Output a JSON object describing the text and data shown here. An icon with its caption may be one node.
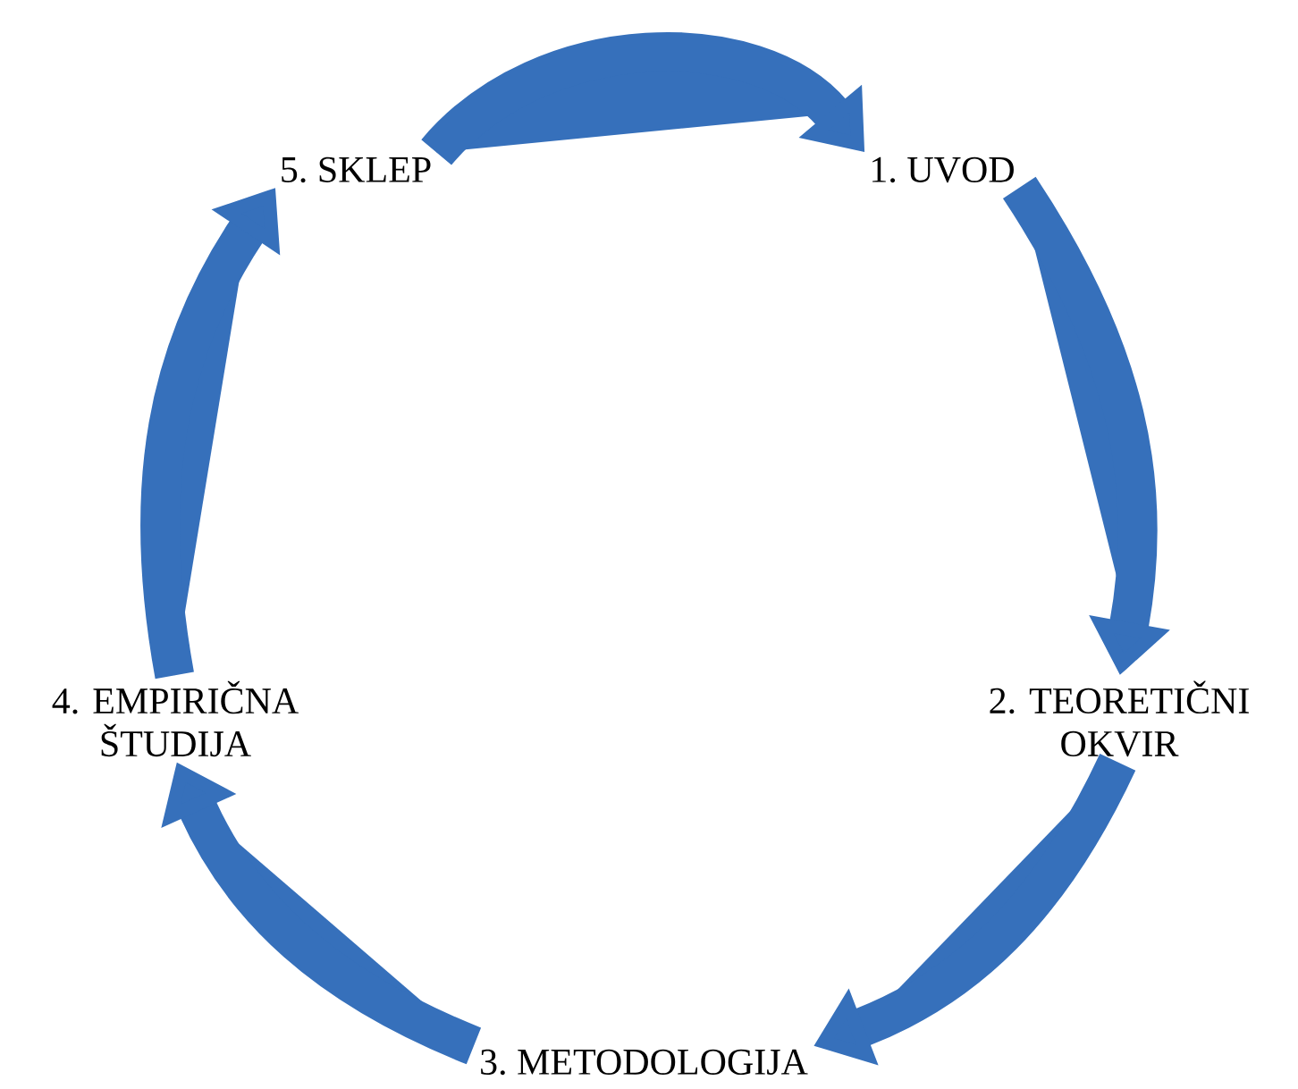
{
  "diagram": {
    "nodes": [
      {
        "text": [
          "1. UVOD"
        ]
      },
      {
        "text": [
          "2. TEORETIČNI OKVIR"
        ]
      },
      {
        "text": [
          "3. METODOLOGIJA"
        ]
      },
      {
        "text": [
          "4. EMPIRIČNA ŠTUDIJA"
        ]
      },
      {
        "text": [
          "5. SKLEP"
        ]
      }
    ],
    "edges": [
      {
        "from": 4,
        "to": 0,
        "arrow": "to"
      },
      {
        "from": 0,
        "to": 1,
        "arrow": "to"
      },
      {
        "from": 1,
        "to": 2,
        "arrow": "to"
      },
      {
        "from": 2,
        "to": 3,
        "arrow": "to"
      },
      {
        "from": 3,
        "to": 4,
        "arrow": "to"
      }
    ]
  }
}
